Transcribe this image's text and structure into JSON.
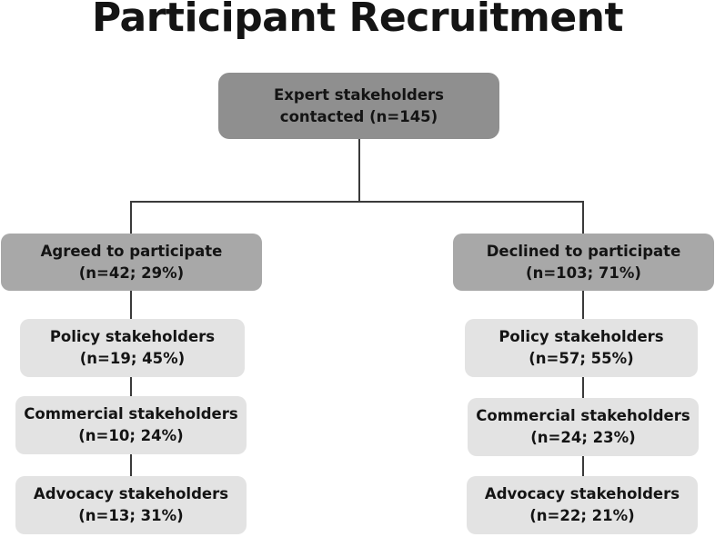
{
  "title": "Participant Recruitment",
  "root": {
    "line1": "Expert stakeholders",
    "line2": "contacted (n=145)"
  },
  "agreed": {
    "line1": "Agreed to participate",
    "line2": "(n=42; 29%)",
    "groups": [
      {
        "line1": "Policy stakeholders",
        "line2": "(n=19; 45%)"
      },
      {
        "line1": "Commercial stakeholders",
        "line2": "(n=10; 24%)"
      },
      {
        "line1": "Advocacy stakeholders",
        "line2": "(n=13; 31%)"
      }
    ]
  },
  "declined": {
    "line1": "Declined to participate",
    "line2": "(n=103; 71%)",
    "groups": [
      {
        "line1": "Policy stakeholders",
        "line2": "(n=57; 55%)"
      },
      {
        "line1": "Commercial stakeholders",
        "line2": "(n=24; 23%)"
      },
      {
        "line1": "Advocacy stakeholders",
        "line2": "(n=22; 21%)"
      }
    ]
  },
  "colors": {
    "root_fill": "#8f8f8f",
    "branch_fill": "#a8a8a8",
    "leaf_fill": "#e3e3e3",
    "connector": "#3a3a3a"
  }
}
